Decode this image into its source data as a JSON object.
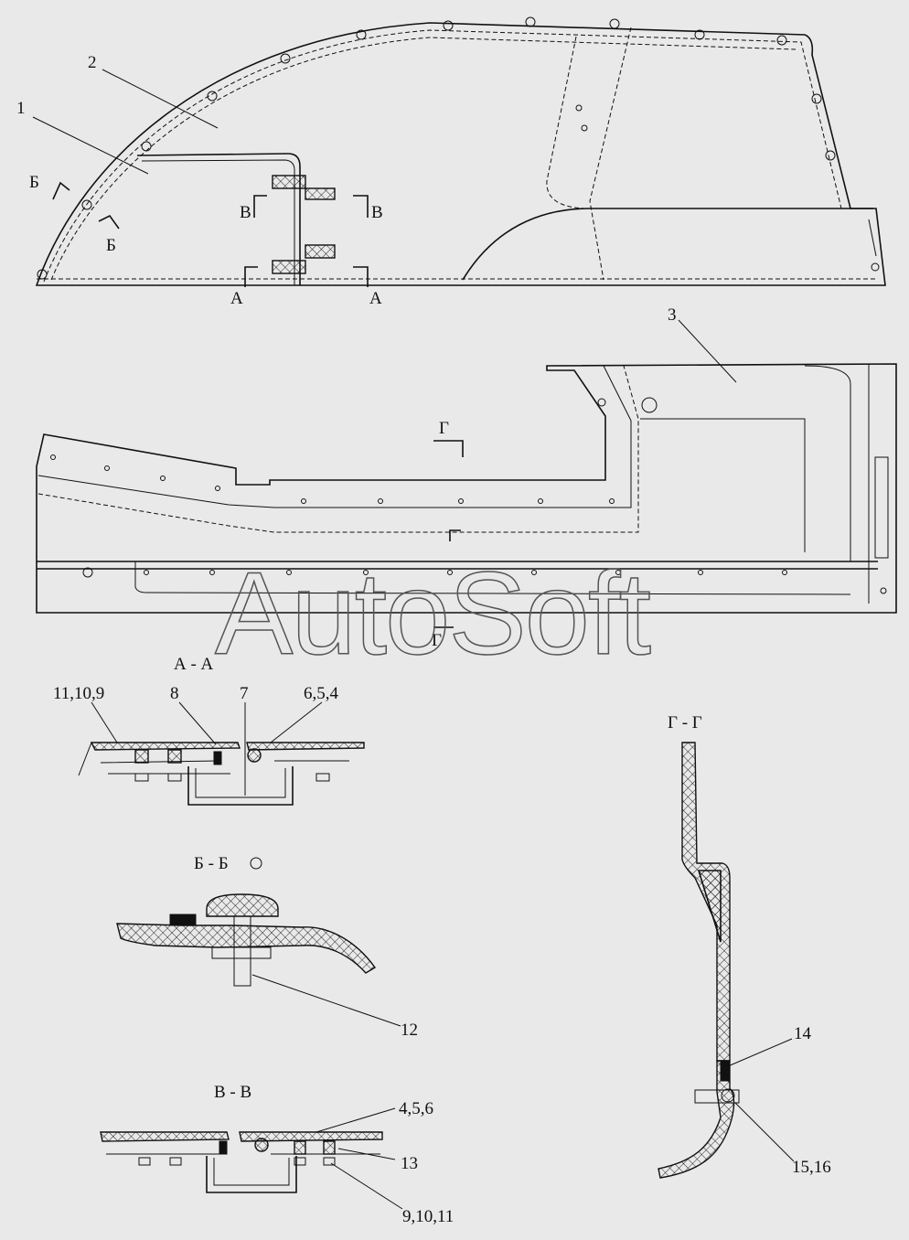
{
  "watermark": "AutoSoft",
  "views": {
    "top": {
      "part_labels": [
        "1",
        "2"
      ],
      "section_marks": [
        "Б",
        "Б",
        "В",
        "В",
        "А",
        "А"
      ]
    },
    "side": {
      "part_labels": [
        "3"
      ],
      "section_marks": [
        "Г",
        "Г"
      ]
    }
  },
  "sections": {
    "aa": {
      "title": "А - А",
      "callouts": [
        "11,10,9",
        "8",
        "7",
        "6,5,4"
      ]
    },
    "bb": {
      "title": "Б - Б",
      "callouts": [
        "12"
      ]
    },
    "vv": {
      "title": "В - В",
      "callouts": [
        "4,5,6",
        "13",
        "9,10,11"
      ]
    },
    "gg": {
      "title": "Г - Г",
      "callouts": [
        "14",
        "15,16"
      ]
    }
  }
}
